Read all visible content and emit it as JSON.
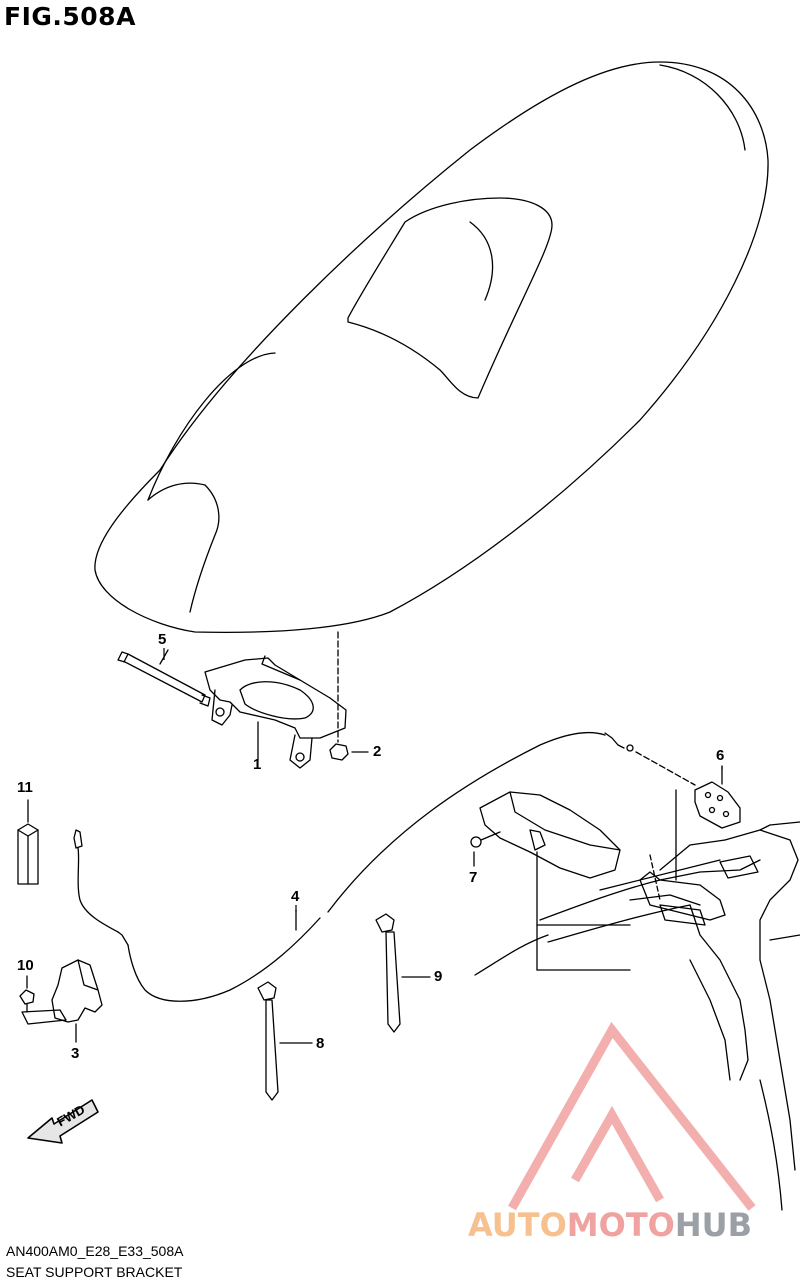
{
  "figure": {
    "title": "FIG.508A",
    "model_code": "AN400AM0_E28_E33_508A",
    "section_name": "SEAT SUPPORT BRACKET"
  },
  "callouts": [
    "1",
    "2",
    "3",
    "4",
    "5",
    "6",
    "7",
    "8",
    "9",
    "10",
    "11"
  ],
  "fwd_label": "FWD",
  "watermark": {
    "part1": "AUTO",
    "part2": "MOTO",
    "part3": "HUB",
    "colors": {
      "triangle": "#f0a2a0",
      "auto": "#f6c08f",
      "moto": "#f0a2a0",
      "hub": "#9aa0a6"
    }
  }
}
